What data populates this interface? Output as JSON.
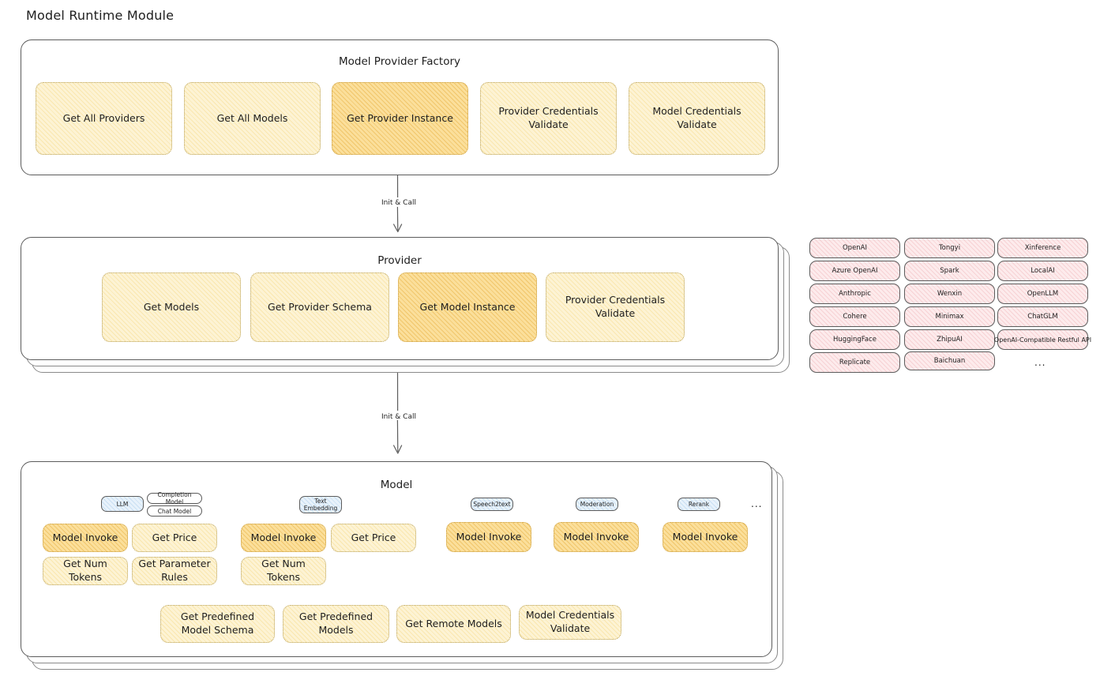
{
  "page": {
    "title": "Model Runtime Module"
  },
  "factory": {
    "title": "Model Provider Factory",
    "methods": [
      {
        "label": "Get All Providers",
        "highlighted": false
      },
      {
        "label": "Get All Models",
        "highlighted": false
      },
      {
        "label": "Get Provider Instance",
        "highlighted": true
      },
      {
        "label": "Provider Credentials Validate",
        "highlighted": false
      },
      {
        "label": "Model Credentials Validate",
        "highlighted": false
      }
    ]
  },
  "arrows": [
    {
      "label": "Init & Call"
    },
    {
      "label": "Init & Call"
    }
  ],
  "provider": {
    "title": "Provider",
    "methods": [
      {
        "label": "Get Models",
        "highlighted": false
      },
      {
        "label": "Get Provider Schema",
        "highlighted": false
      },
      {
        "label": "Get Model Instance",
        "highlighted": true
      },
      {
        "label": "Provider Credentials Validate",
        "highlighted": false
      }
    ],
    "stack_layers": 3
  },
  "provider_list": {
    "columns": [
      [
        "OpenAI",
        "Azure OpenAI",
        "Anthropic",
        "Cohere",
        "HuggingFace",
        "Replicate"
      ],
      [
        "Tongyi",
        "Spark",
        "Wenxin",
        "Minimax",
        "ZhipuAI",
        "Baichuan"
      ],
      [
        "Xinference",
        "LocalAI",
        "OpenLLM",
        "ChatGLM",
        "OpenAI-Compatible Restful API"
      ]
    ],
    "more": "..."
  },
  "model": {
    "title": "Model",
    "stack_layers": 3,
    "more": "...",
    "groups": [
      {
        "tags": [
          {
            "label": "LLM",
            "style": "blue"
          },
          {
            "label": "Completion Model",
            "style": "white"
          },
          {
            "label": "Chat Model",
            "style": "white"
          }
        ],
        "methods": [
          {
            "label": "Model Invoke",
            "highlighted": true
          },
          {
            "label": "Get Price",
            "highlighted": false
          },
          {
            "label": "Get Num Tokens",
            "highlighted": false
          },
          {
            "label": "Get Parameter Rules",
            "highlighted": false
          }
        ]
      },
      {
        "tags": [
          {
            "label": "Text Embedding",
            "style": "blue"
          }
        ],
        "methods": [
          {
            "label": "Model Invoke",
            "highlighted": true
          },
          {
            "label": "Get Price",
            "highlighted": false
          },
          {
            "label": "Get Num Tokens",
            "highlighted": false
          }
        ]
      },
      {
        "tags": [
          {
            "label": "Speech2text",
            "style": "blue"
          }
        ],
        "methods": [
          {
            "label": "Model Invoke",
            "highlighted": true
          }
        ]
      },
      {
        "tags": [
          {
            "label": "Moderation",
            "style": "blue"
          }
        ],
        "methods": [
          {
            "label": "Model Invoke",
            "highlighted": true
          }
        ]
      },
      {
        "tags": [
          {
            "label": "Rerank",
            "style": "blue"
          }
        ],
        "methods": [
          {
            "label": "Model Invoke",
            "highlighted": true
          }
        ]
      }
    ],
    "common_methods": [
      {
        "label": "Get Predefined Model Schema"
      },
      {
        "label": "Get Predefined Models"
      },
      {
        "label": "Get Remote Models"
      },
      {
        "label": "Model Credentials Validate"
      }
    ]
  },
  "colors": {
    "method_fill": "#fdf3d4",
    "method_highlight_fill": "#fbdf9b",
    "chip_fill": "#fdebec",
    "tag_blue_fill": "#e8f2fb",
    "stroke": "#5c5c5c",
    "text": "#1e1e1e"
  }
}
